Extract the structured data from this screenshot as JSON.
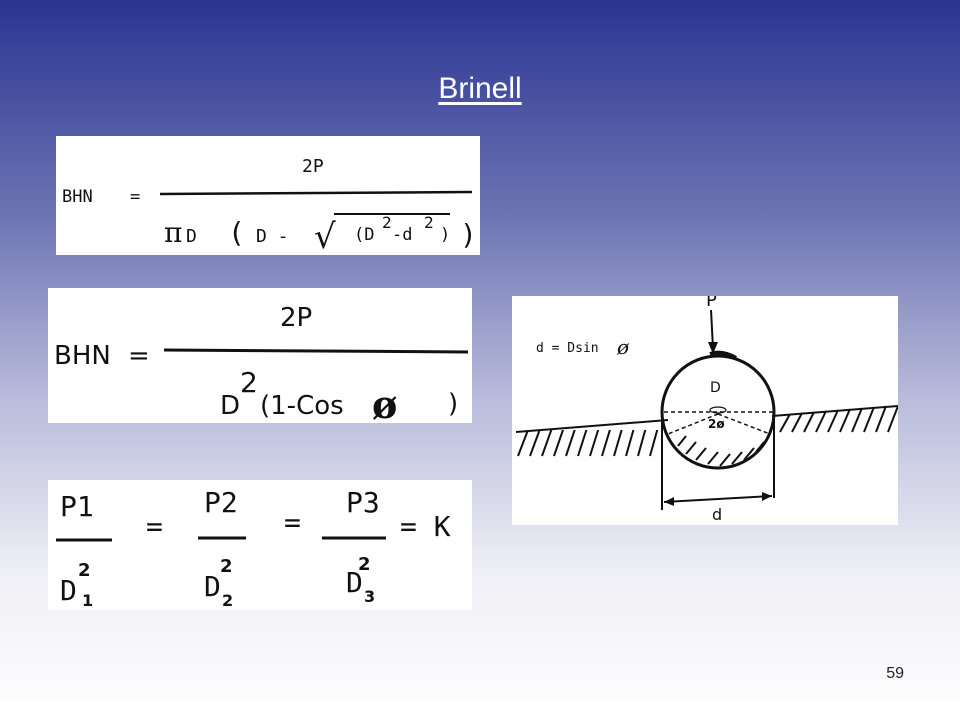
{
  "slide": {
    "title": "Brinell",
    "page_number": "59"
  },
  "formula1": {
    "lhs": "BHN",
    "eq": "=",
    "numerator": "2P",
    "pi": "π",
    "D": "D",
    "open_paren": "(",
    "D_minus": "D -",
    "sqrt_sign": "√",
    "radicand_open": "(D",
    "sup2": "2",
    "minus_d": "-d",
    "radicand_close": ")",
    "close_paren": ")"
  },
  "formula2": {
    "lhs": "BHN",
    "eq": "=",
    "numerator": "2P",
    "D": "D",
    "sup2": "2",
    "paren_expr": "(1-Cos",
    "phi": "ø",
    "close_paren": ")"
  },
  "formula3": {
    "t1_num": "P1",
    "t2_num": "P2",
    "t3_num": "P3",
    "eq": "=",
    "sup2": "2",
    "D": "D",
    "sub1": "1",
    "sub2": "2",
    "sub3": "3",
    "k": "= K"
  },
  "diagram": {
    "load_label": "P",
    "relation": "d = Dsin",
    "phi": "ø",
    "ball_label": "D",
    "angle_label": "2ø",
    "width_label": "d"
  }
}
